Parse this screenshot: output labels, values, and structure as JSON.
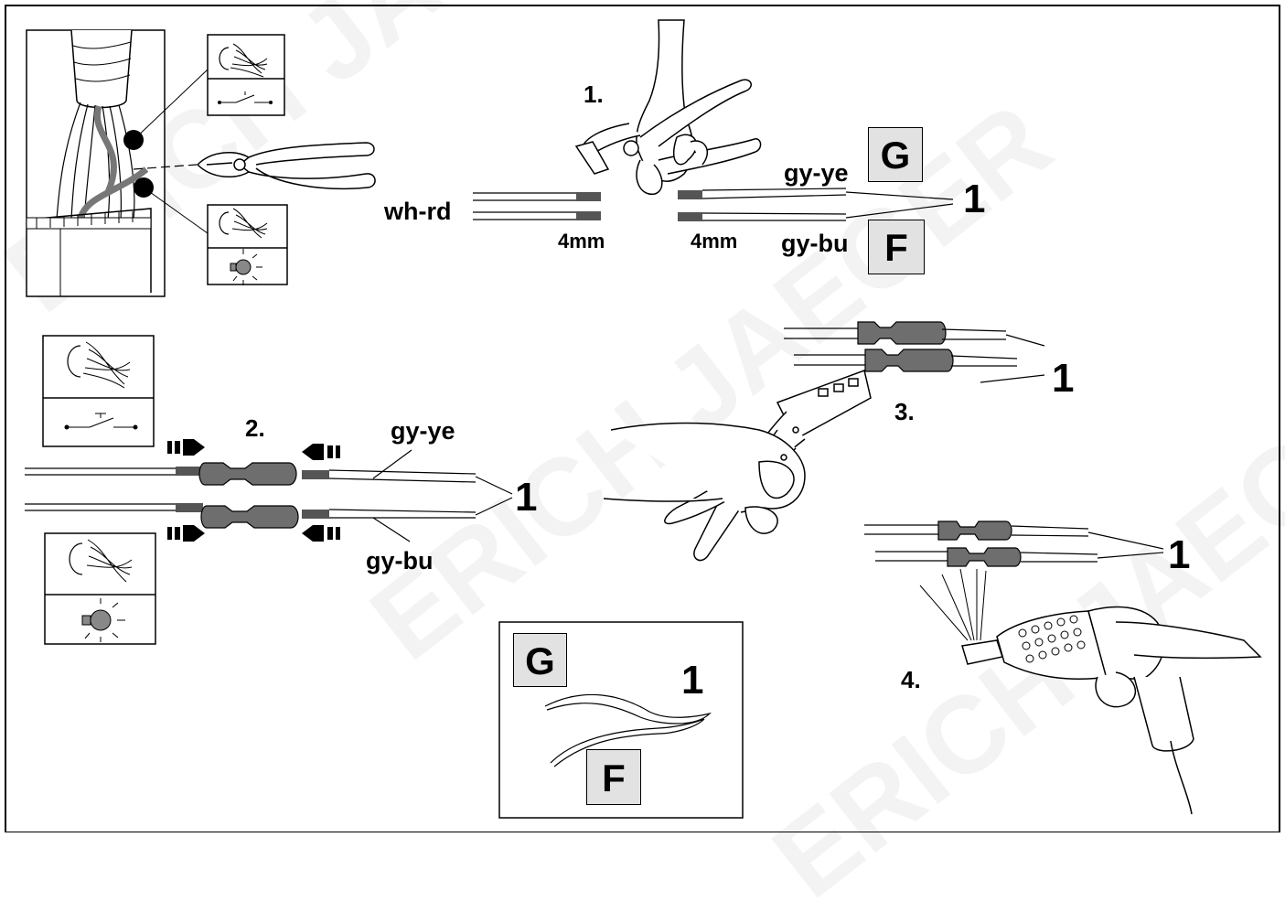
{
  "watermark": "ERICH JAEGER",
  "labels": {
    "step1": "1.",
    "step2": "2.",
    "step3": "3.",
    "step4": "4.",
    "wire_whrd": "wh-rd",
    "wire_gyye_top": "gy-ye",
    "wire_gybu_top": "gy-bu",
    "wire_gyye_mid": "gy-ye",
    "wire_gybu_mid": "gy-bu",
    "strip_left": "4mm",
    "strip_right": "4mm",
    "ref_top": "1",
    "ref_mid": "1",
    "ref_step3": "1",
    "ref_step4": "1",
    "ref_legend": "1"
  },
  "boxes": {
    "g_top": "G",
    "f_top": "F",
    "g_legend": "G",
    "f_legend": "F"
  },
  "colors": {
    "line": "#000000",
    "box_fill": "#e2e2e2",
    "connector": "#6e6e6e",
    "dot": "#000000"
  },
  "icons": [
    "cable-bundle-icon",
    "side-cutter-icon",
    "switch-symbol-icon",
    "lamp-symbol-icon",
    "wire-stripper-icon",
    "crimping-pliers-icon",
    "heat-gun-icon",
    "arrow-right-icon",
    "arrow-left-icon"
  ]
}
